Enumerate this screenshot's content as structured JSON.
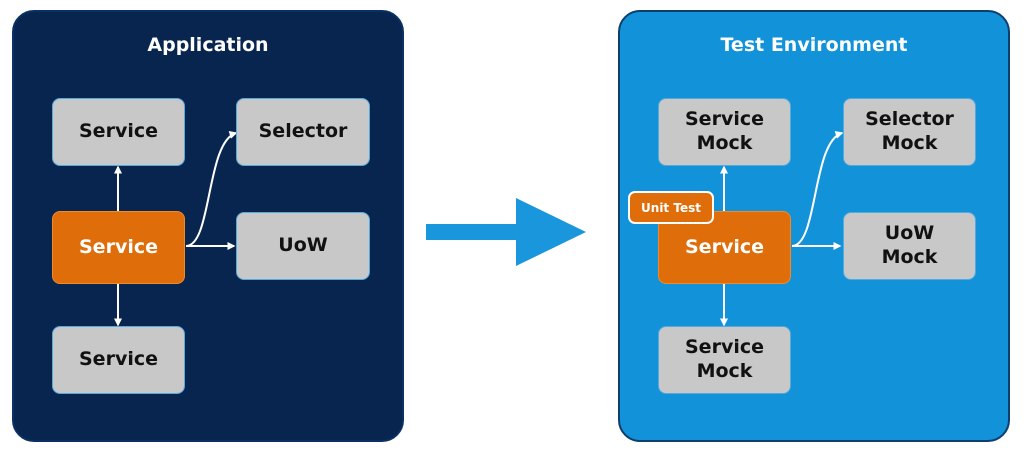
{
  "application": {
    "title": "Application",
    "service_top": "Service",
    "service_center": "Service",
    "service_bottom": "Service",
    "selector": "Selector",
    "uow": "UoW"
  },
  "test_environment": {
    "title": "Test Environment",
    "service_mock_top": "Service\nMock",
    "service_center": "Service",
    "service_mock_bottom": "Service\nMock",
    "selector_mock": "Selector\nMock",
    "uow_mock": "UoW\nMock",
    "unit_test_badge": "Unit Test"
  },
  "colors": {
    "application_bg": "#07254f",
    "test_bg": "#1192d9",
    "core_node": "#df6d09",
    "node": "#c8c8c8",
    "transition_arrow": "#1a96dc"
  }
}
